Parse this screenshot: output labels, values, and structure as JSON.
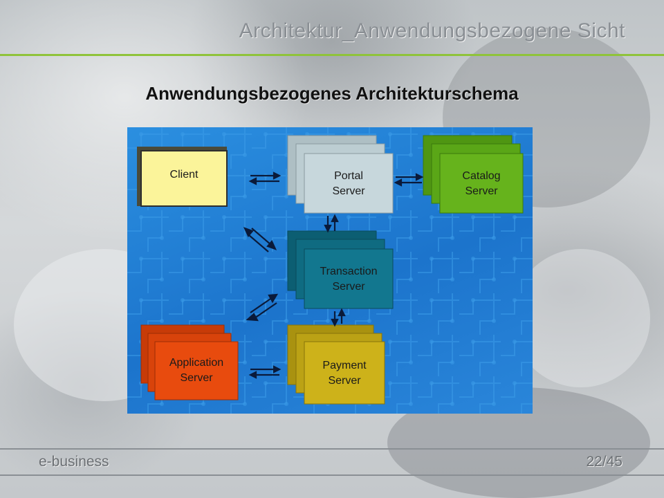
{
  "slide": {
    "title": "Architektur_Anwendungsbezogene Sicht",
    "subtitle": "Anwendungsbezogenes Architekturschema"
  },
  "diagram": {
    "nodes": {
      "client": "Client",
      "portal_line1": "Portal",
      "portal_line2": "Server",
      "catalog_line1": "Catalog",
      "catalog_line2": "Server",
      "transaction_line1": "Transaction",
      "transaction_line2": "Server",
      "application_line1": "Application",
      "application_line2": "Server",
      "payment_line1": "Payment",
      "payment_line2": "Server"
    },
    "colors": {
      "background": "#1f7ad0",
      "client": "#fbf49a",
      "portal": "#c7d7dc",
      "catalog": "#66b31c",
      "transaction": "#12778f",
      "application": "#e84b0e",
      "payment": "#cdb21a",
      "arrows": "#0a1a3a"
    }
  },
  "footer": {
    "left": "e-business",
    "page": "22/45"
  }
}
